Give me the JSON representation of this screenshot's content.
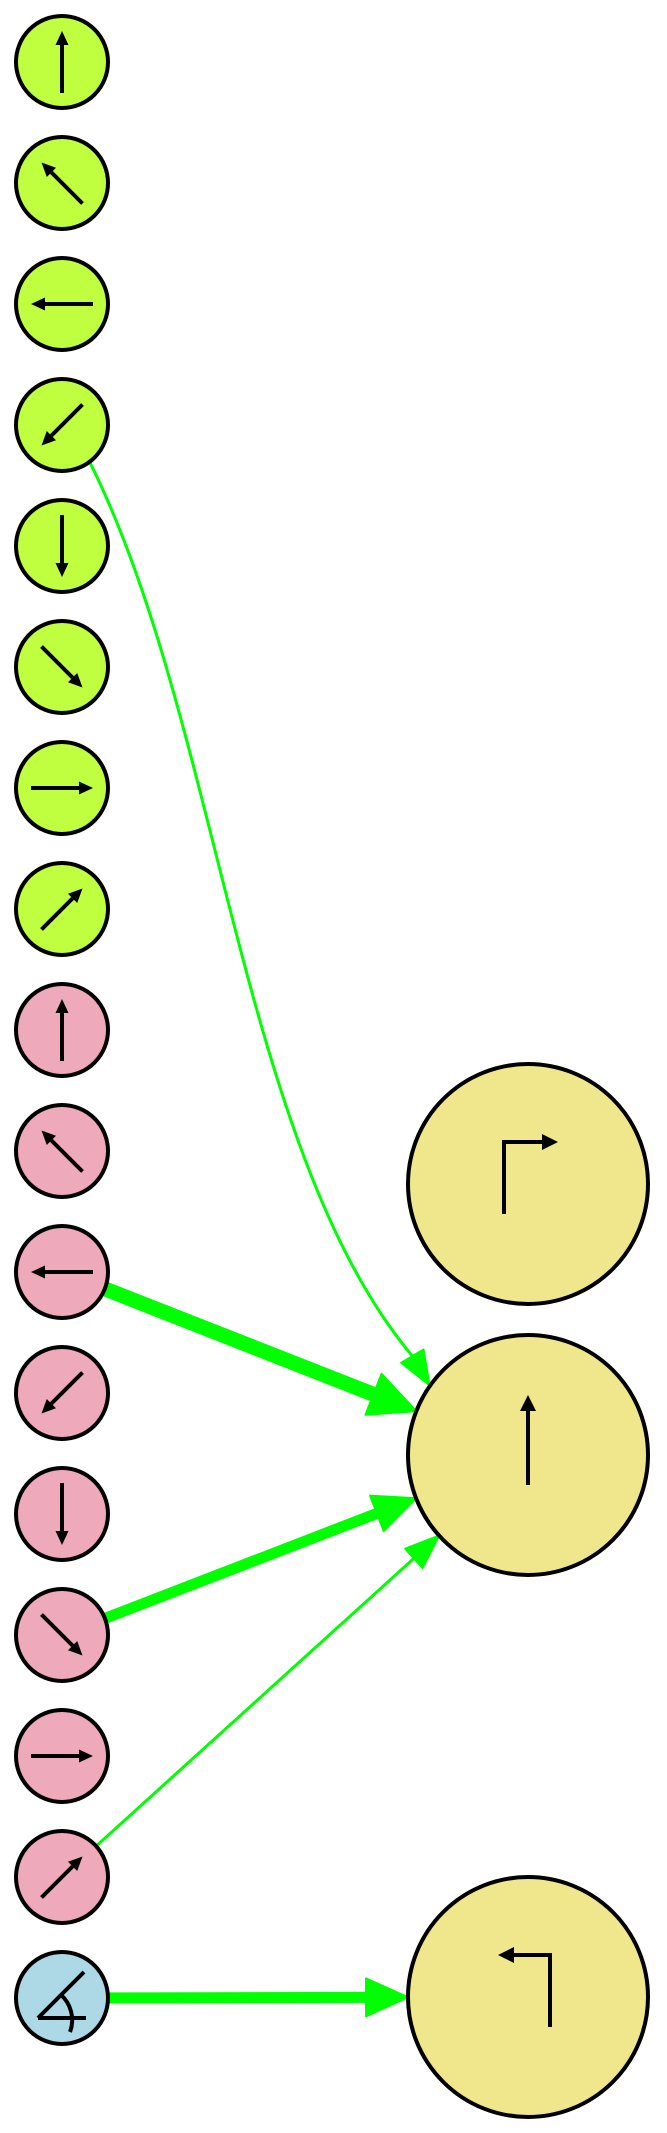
{
  "colors": {
    "lime": "#bfff3f",
    "pink": "#eeaabb",
    "light_blue": "#add8e6",
    "khaki": "#f0e68c",
    "edge": "#00ff00"
  },
  "input_nodes": [
    {
      "id": "lime-up",
      "group": "lime",
      "icon": "arrow-up"
    },
    {
      "id": "lime-up-left",
      "group": "lime",
      "icon": "arrow-up-left"
    },
    {
      "id": "lime-left",
      "group": "lime",
      "icon": "arrow-left"
    },
    {
      "id": "lime-down-left",
      "group": "lime",
      "icon": "arrow-down-left"
    },
    {
      "id": "lime-down",
      "group": "lime",
      "icon": "arrow-down"
    },
    {
      "id": "lime-down-right",
      "group": "lime",
      "icon": "arrow-down-right"
    },
    {
      "id": "lime-right",
      "group": "lime",
      "icon": "arrow-right"
    },
    {
      "id": "lime-up-right",
      "group": "lime",
      "icon": "arrow-up-right"
    },
    {
      "id": "pink-up",
      "group": "pink",
      "icon": "arrow-up"
    },
    {
      "id": "pink-up-left",
      "group": "pink",
      "icon": "arrow-up-left"
    },
    {
      "id": "pink-left",
      "group": "pink",
      "icon": "arrow-left"
    },
    {
      "id": "pink-down-left",
      "group": "pink",
      "icon": "arrow-down-left"
    },
    {
      "id": "pink-down",
      "group": "pink",
      "icon": "arrow-down"
    },
    {
      "id": "pink-down-right",
      "group": "pink",
      "icon": "arrow-down-right"
    },
    {
      "id": "pink-right",
      "group": "pink",
      "icon": "arrow-right"
    },
    {
      "id": "pink-up-right",
      "group": "pink",
      "icon": "arrow-up-right"
    },
    {
      "id": "blue-angle",
      "group": "light_blue",
      "icon": "angle"
    }
  ],
  "output_nodes": [
    {
      "id": "out-turn-right",
      "group": "khaki",
      "icon": "turn-right"
    },
    {
      "id": "out-straight",
      "group": "khaki",
      "icon": "straight"
    },
    {
      "id": "out-turn-left",
      "group": "khaki",
      "icon": "turn-left"
    }
  ],
  "edges": [
    {
      "from": "lime-down-left",
      "to": "out-straight",
      "weight": 1
    },
    {
      "from": "pink-left",
      "to": "out-straight",
      "weight": 4
    },
    {
      "from": "pink-down-right",
      "to": "out-straight",
      "weight": 3
    },
    {
      "from": "pink-up-right",
      "to": "out-straight",
      "weight": 1
    },
    {
      "from": "blue-angle",
      "to": "out-turn-left",
      "weight": 3
    }
  ]
}
